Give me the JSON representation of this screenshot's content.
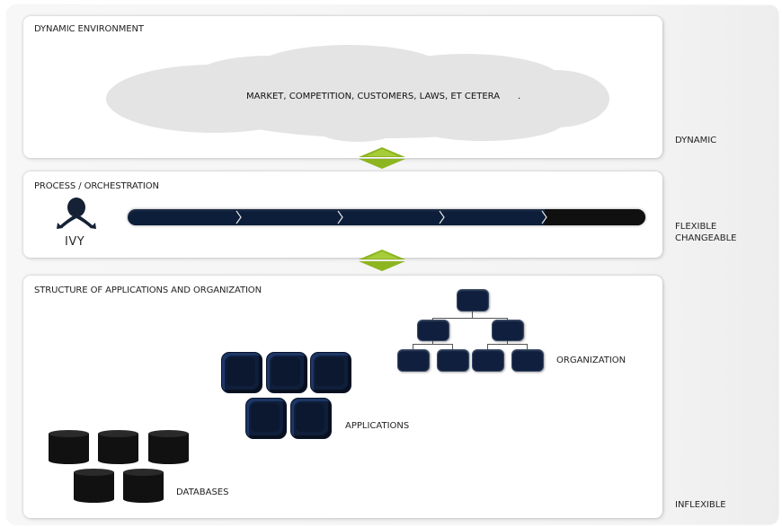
{
  "panels": {
    "environment": {
      "title": "DYNAMIC ENVIRONMENT",
      "cloud_text": "MARKET, COMPETITION, CUSTOMERS, LAWS, ET CETERA",
      "cloud_dot": "."
    },
    "process": {
      "title": "PROCESS / ORCHESTRATION",
      "logo_text": "IVY"
    },
    "structure": {
      "title": "STRUCTURE OF APPLICATIONS AND ORGANIZATION",
      "organization_label": "ORGANIZATION",
      "applications_label": "APPLICATIONS",
      "databases_label": "DATABASES"
    }
  },
  "side_labels": {
    "dynamic": "DYNAMIC",
    "flexible": "FLEXIBLE",
    "changeable": "CHANGEABLE",
    "inflexible": "INFLEXIBLE"
  },
  "colors": {
    "arrow_green": "#8cb520",
    "navy": "#0d1e3a",
    "cloud_gray": "#e6e6e6"
  },
  "icons": [
    "double-arrow-icon",
    "ivy-logo-icon",
    "org-chart-icon",
    "application-icon",
    "database-icon"
  ]
}
